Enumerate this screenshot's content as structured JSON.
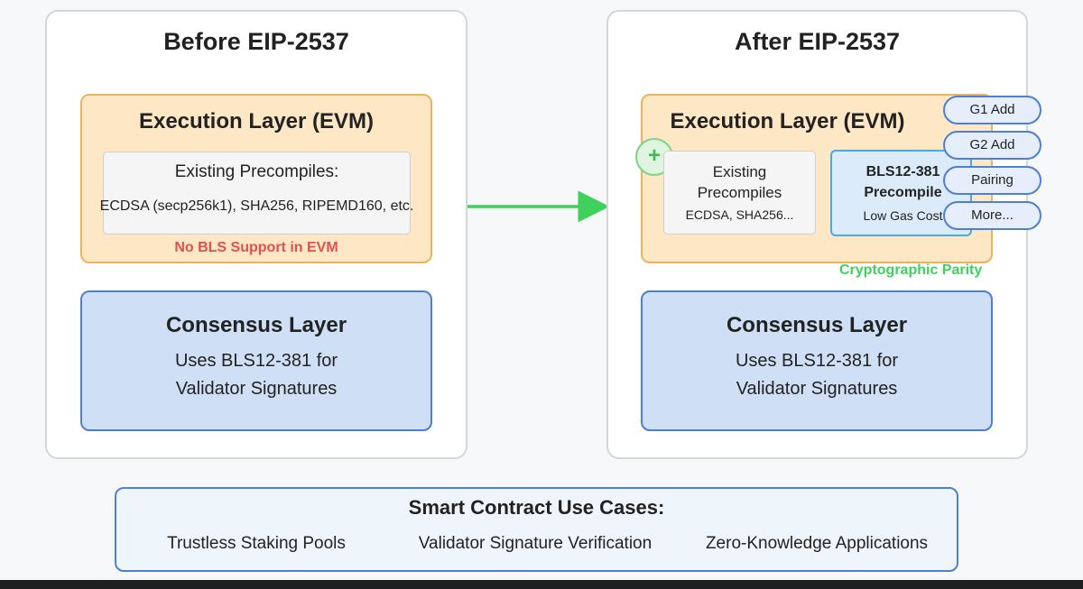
{
  "before": {
    "title": "Before EIP-2537",
    "execution_title": "Execution Layer (EVM)",
    "precompiles_title": "Existing Precompiles:",
    "precompiles_list": "ECDSA (secp256k1), SHA256, RIPEMD160, etc.",
    "no_bls_label": "No BLS Support in EVM",
    "consensus_title": "Consensus Layer",
    "consensus_line1": "Uses BLS12-381 for",
    "consensus_line2": "Validator Signatures"
  },
  "after": {
    "title": "After EIP-2537",
    "execution_title": "Execution Layer (EVM)",
    "plus_symbol": "+",
    "existing_line1": "Existing",
    "existing_line2": "Precompiles",
    "existing_line3": "ECDSA, SHA256...",
    "bls_line1": "BLS12-381",
    "bls_line2": "Precompile",
    "bls_line3": "Low Gas Cost",
    "operations": [
      "G1 Add",
      "G2 Add",
      "Pairing",
      "More..."
    ],
    "parity_label": "Cryptographic Parity",
    "consensus_title": "Consensus Layer",
    "consensus_line1": "Uses BLS12-381 for",
    "consensus_line2": "Validator Signatures"
  },
  "use_cases": {
    "title": "Smart Contract Use Cases:",
    "items": [
      "Trustless Staking Pools",
      "Validator Signature Verification",
      "Zero-Knowledge Applications"
    ]
  },
  "colors": {
    "arrow_green": "#3fd15c",
    "dashed_red": "#e05050",
    "consensus_border": "#4f7fd0",
    "execution_border": "#e9b45c",
    "bls_border": "#4aa8e5"
  }
}
